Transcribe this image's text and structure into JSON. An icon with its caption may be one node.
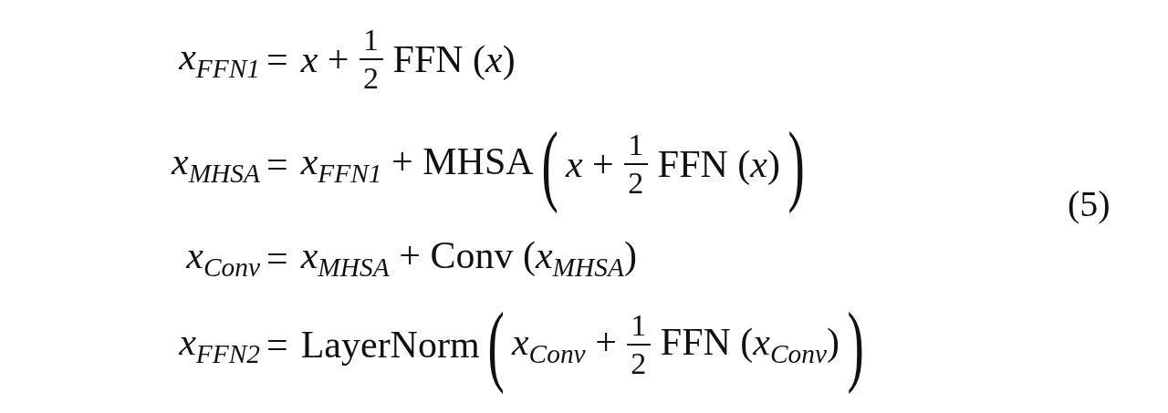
{
  "diagram": {
    "labels": [
      "*x*$_{FFN1}$",
      "=",
      "*x* +",
      "1",
      "2",
      "FFN (*x*)",
      "*x*$_{MHSA}$",
      "=",
      "*x*$_{FFN1}$ + MHSA",
      "(",
      "*x* +",
      "1",
      "2",
      "FFN (*x*)",
      ")",
      "(5)",
      "*x*$_{Conv}$",
      "=",
      "*x*$_{MHSA}$ + Conv (*x*$_{MHSA}$)",
      "*x*$_{FFN2}$",
      "=",
      "LayerNorm",
      "(",
      "*x*$_{Conv}$ +",
      "1",
      "2",
      "FFN (*x*$_{Conv}$)",
      ")"
    ]
  }
}
